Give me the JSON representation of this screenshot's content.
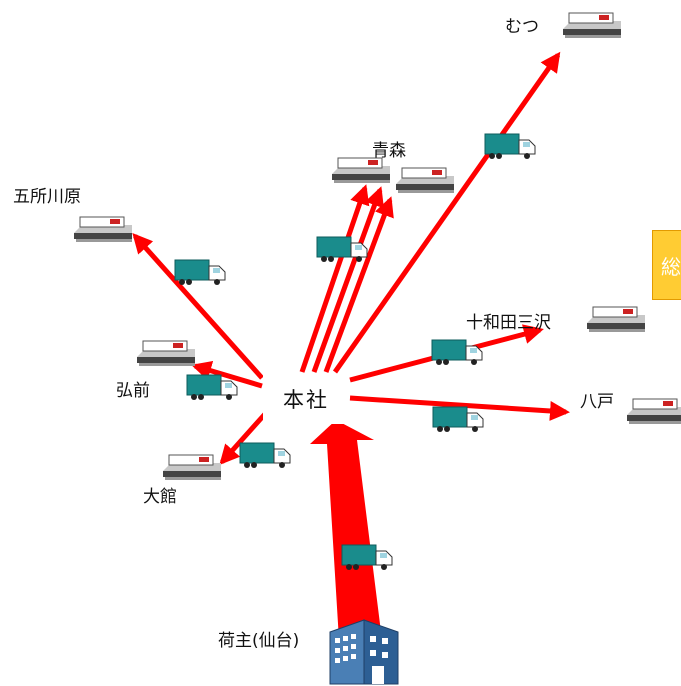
{
  "hub": {
    "label": "本社"
  },
  "origin": {
    "label": "荷主(仙台)"
  },
  "destinations": [
    {
      "id": "mutsu",
      "label": "むつ"
    },
    {
      "id": "aomori",
      "label": "青森"
    },
    {
      "id": "goshogawara",
      "label": "五所川原"
    },
    {
      "id": "towada",
      "label": "十和田三沢"
    },
    {
      "id": "hirosaki",
      "label": "弘前"
    },
    {
      "id": "hachinohe",
      "label": "八戸"
    },
    {
      "id": "odate",
      "label": "大館"
    }
  ],
  "side_box": {
    "label": "総"
  },
  "colors": {
    "arrow": "#ff0000",
    "truck_cab": "#1a8c8c",
    "building": "#4a7fb5",
    "side_box": "#ffcc33"
  }
}
